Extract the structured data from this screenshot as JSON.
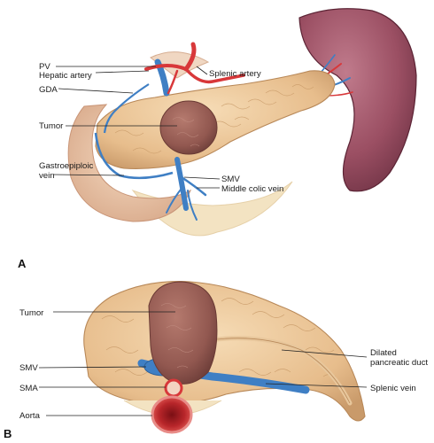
{
  "panels": {
    "a": "A",
    "b": "B"
  },
  "panel_a_labels": {
    "pv": "PV",
    "hepatic_artery": "Hepatic artery",
    "gda": "GDA",
    "splenic_artery": "Splenic artery",
    "tumor": "Tumor",
    "gastroepiploic_1": "Gastroepiploic",
    "gastroepiploic_2": "vein",
    "smv": "SMV",
    "middle_colic_vein": "Middle colic vein"
  },
  "panel_b_labels": {
    "tumor": "Tumor",
    "dilated_1": "Dilated",
    "dilated_2": "pancreatic duct",
    "smv": "SMV",
    "sma": "SMA",
    "splenic_vein": "Splenic vein",
    "aorta": "Aorta"
  },
  "colors": {
    "pancreas": "#ecc69a",
    "pancreas_shadow": "#c99a6a",
    "tumor": "#9a5e55",
    "spleen": "#9b4f63",
    "vein": "#3f7fc4",
    "artery": "#d8383a",
    "mesentery": "#f3e3c2"
  }
}
